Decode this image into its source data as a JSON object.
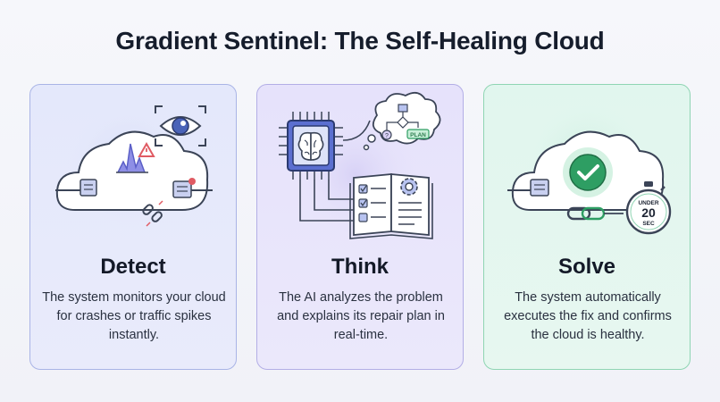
{
  "title": "Gradient Sentinel: The Self-Healing Cloud",
  "cards": [
    {
      "title": "Detect",
      "description": "The system monitors your cloud for crashes or traffic spikes instantly.",
      "accent": "#a9b4e6",
      "icons": [
        "cloud-icon",
        "eye-icon",
        "traffic-spike-icon",
        "warning-icon",
        "server-node-icon",
        "alert-node-icon",
        "broken-link-icon"
      ]
    },
    {
      "title": "Think",
      "description": "The AI analyzes the problem and explains its repair plan in real-time.",
      "accent": "#b3aee6",
      "icons": [
        "ai-chip-icon",
        "brain-icon",
        "thought-bubble-icon",
        "flowchart-icon",
        "open-book-icon",
        "checklist-icon",
        "gear-icon"
      ],
      "bubble_label": "PLAN"
    },
    {
      "title": "Solve",
      "description": "The system automatically executes the fix and confirms the cloud is healthy.",
      "accent": "#8fd5b3",
      "icons": [
        "cloud-icon",
        "checkmark-icon",
        "server-node-icon",
        "chain-link-icon",
        "stopwatch-icon"
      ],
      "timer_top": "UNDER",
      "timer_value": "20",
      "timer_unit": "SEC"
    }
  ],
  "colors": {
    "detect": "#a9b4e6",
    "think": "#b3aee6",
    "solve": "#8fd5b3",
    "alert": "#e05b63",
    "success": "#2e9e63"
  }
}
